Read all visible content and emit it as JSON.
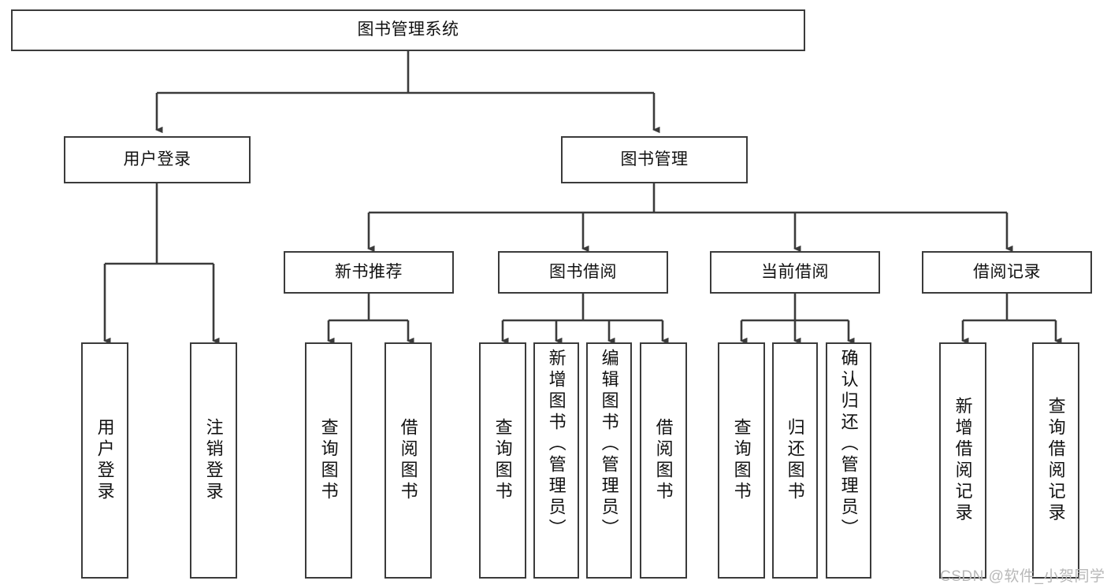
{
  "diagram": {
    "title": "图书管理系统",
    "type": "tree",
    "style": {
      "border_color": "#3b3b3b",
      "fill_color": "#ffffff",
      "text_color": "#111111",
      "edge_color": "#3b3b3b",
      "background": "#ffffff",
      "watermark_color": "#b8b8b8"
    },
    "nodes": {
      "root": {
        "label": "图书管理系统"
      },
      "level2": [
        {
          "id": "user-login",
          "label": "用户登录"
        },
        {
          "id": "book-manage",
          "label": "图书管理"
        }
      ],
      "level3": [
        {
          "id": "new-book-recommend",
          "label": "新书推荐"
        },
        {
          "id": "book-borrow",
          "label": "图书借阅"
        },
        {
          "id": "current-borrow",
          "label": "当前借阅"
        },
        {
          "id": "borrow-record",
          "label": "借阅记录"
        }
      ],
      "leaves": {
        "user_login": [
          {
            "id": "leaf-user-login",
            "label": "用户登录"
          },
          {
            "id": "leaf-logout-login",
            "label": "注销登录"
          }
        ],
        "new_book_recommend": [
          {
            "id": "leaf-query-book-1",
            "label": "查询图书"
          },
          {
            "id": "leaf-borrow-book-1",
            "label": "借阅图书"
          }
        ],
        "book_borrow": [
          {
            "id": "leaf-query-book-2",
            "label": "查询图书"
          },
          {
            "id": "leaf-add-book",
            "label": "新增图书（管理员）"
          },
          {
            "id": "leaf-edit-book",
            "label": "编辑图书（管理员）"
          },
          {
            "id": "leaf-borrow-book-2",
            "label": "借阅图书"
          }
        ],
        "current_borrow": [
          {
            "id": "leaf-query-book-3",
            "label": "查询图书"
          },
          {
            "id": "leaf-return-book",
            "label": "归还图书"
          },
          {
            "id": "leaf-confirm-return",
            "label": "确认归还（管理员）"
          }
        ],
        "borrow_record": [
          {
            "id": "leaf-add-record",
            "label": "新增借阅记录"
          },
          {
            "id": "leaf-query-record",
            "label": "查询借阅记录"
          }
        ]
      }
    }
  },
  "watermark": {
    "text": "CSDN @软件_小贺同学"
  }
}
